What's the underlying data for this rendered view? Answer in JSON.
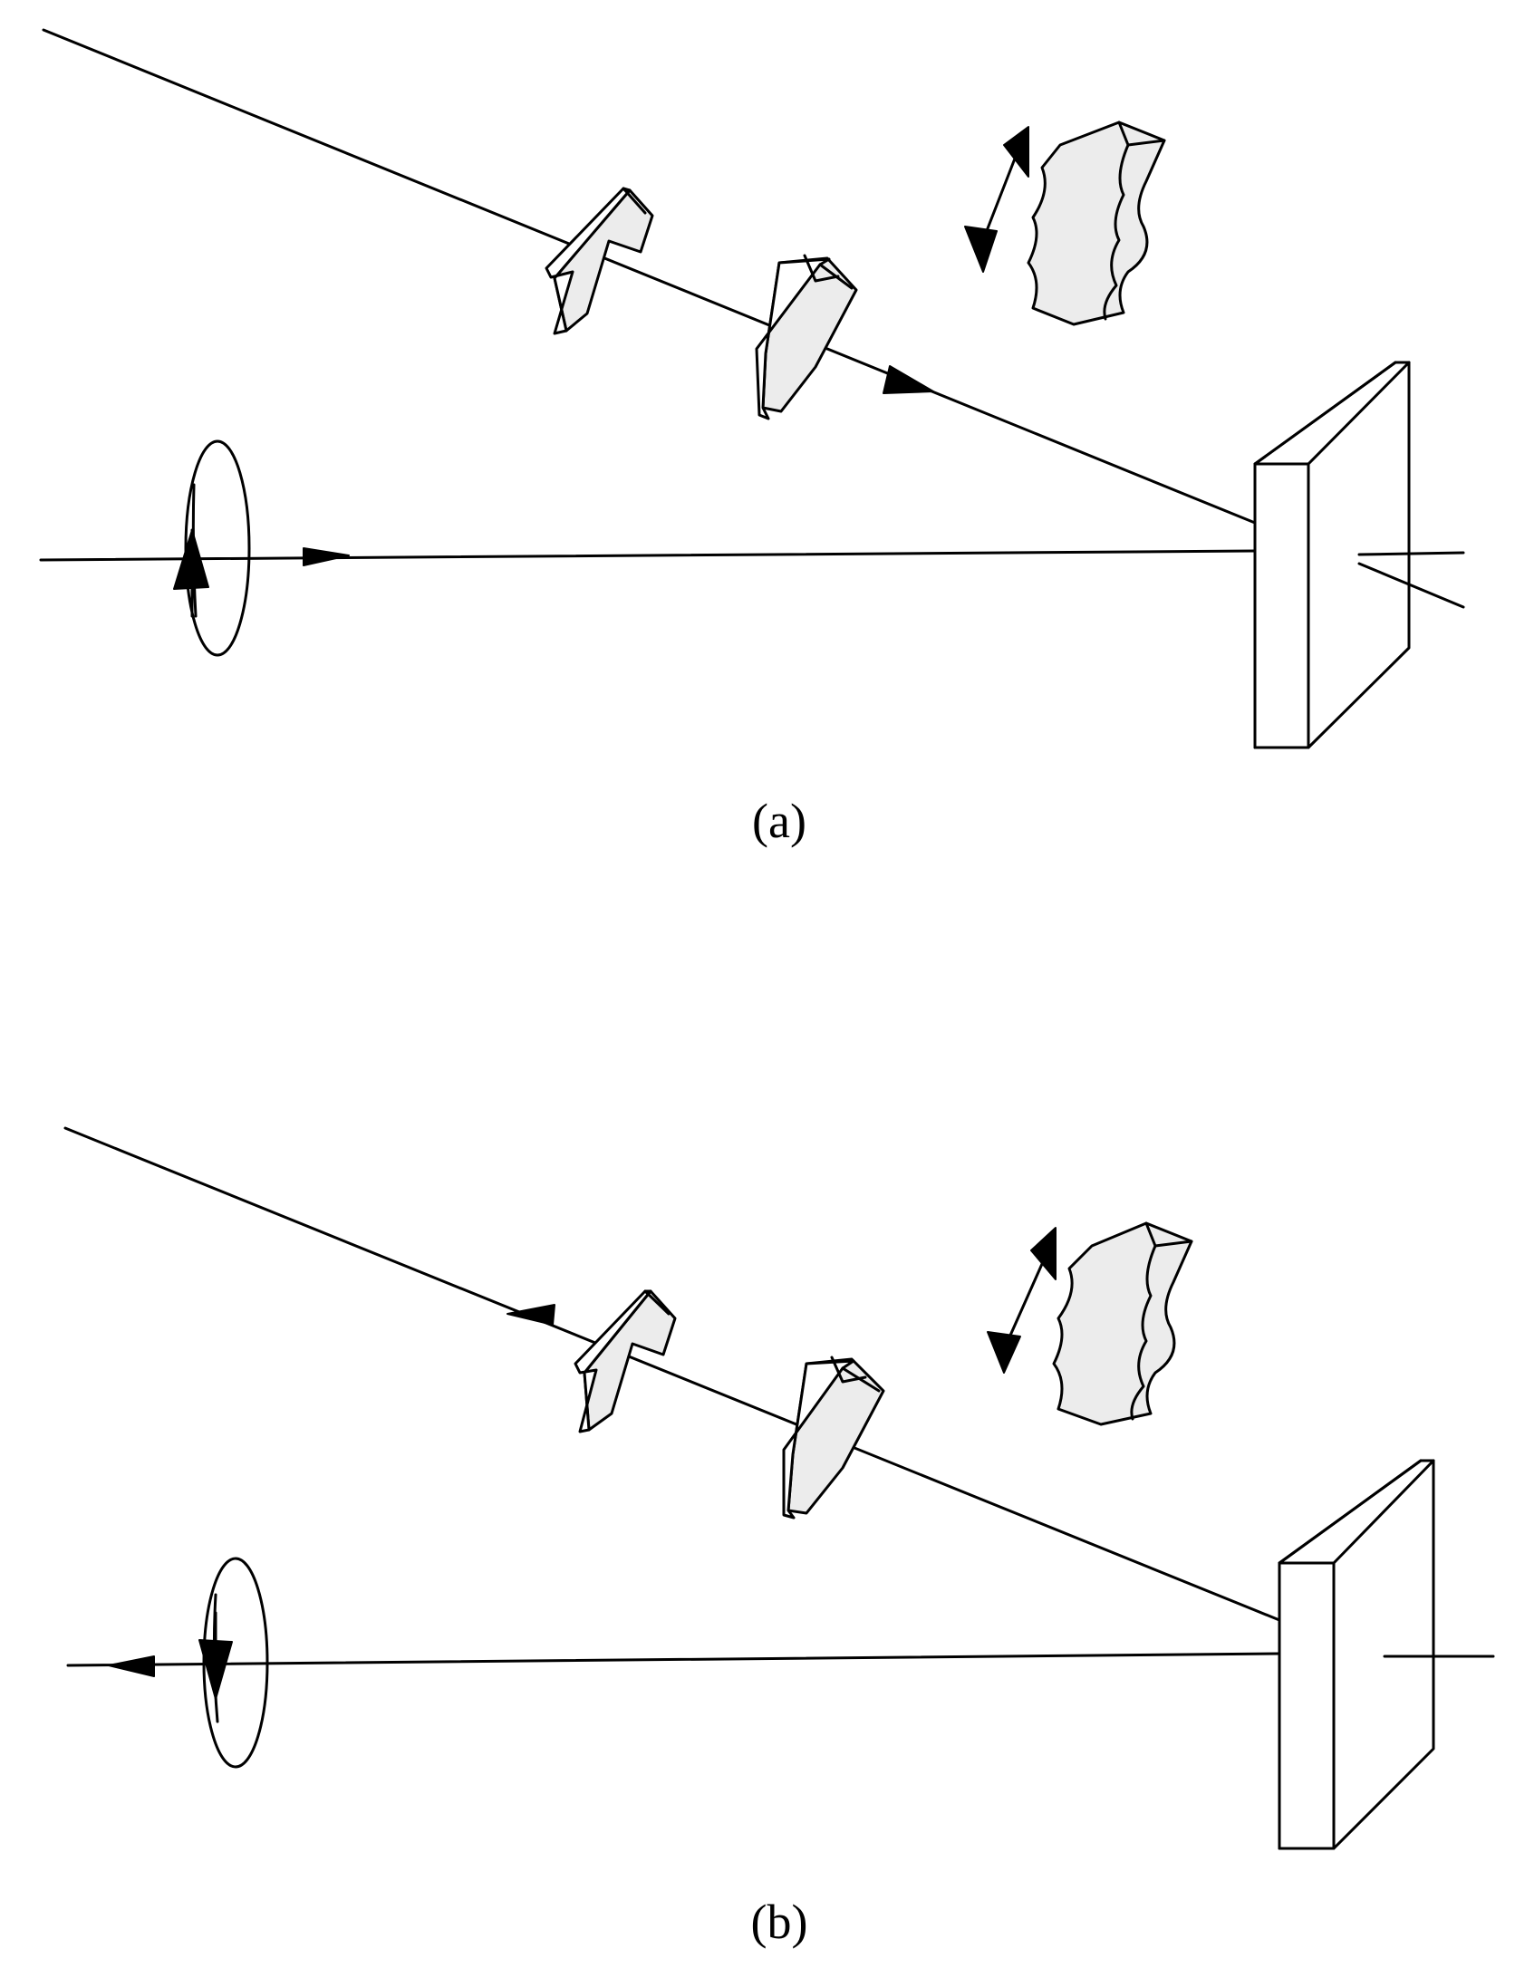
{
  "panels": [
    {
      "id": "a",
      "caption": "(a)"
    },
    {
      "id": "b",
      "caption": "(b)"
    }
  ],
  "colors": {
    "ink": "#000000",
    "paper": "#ffffff"
  }
}
